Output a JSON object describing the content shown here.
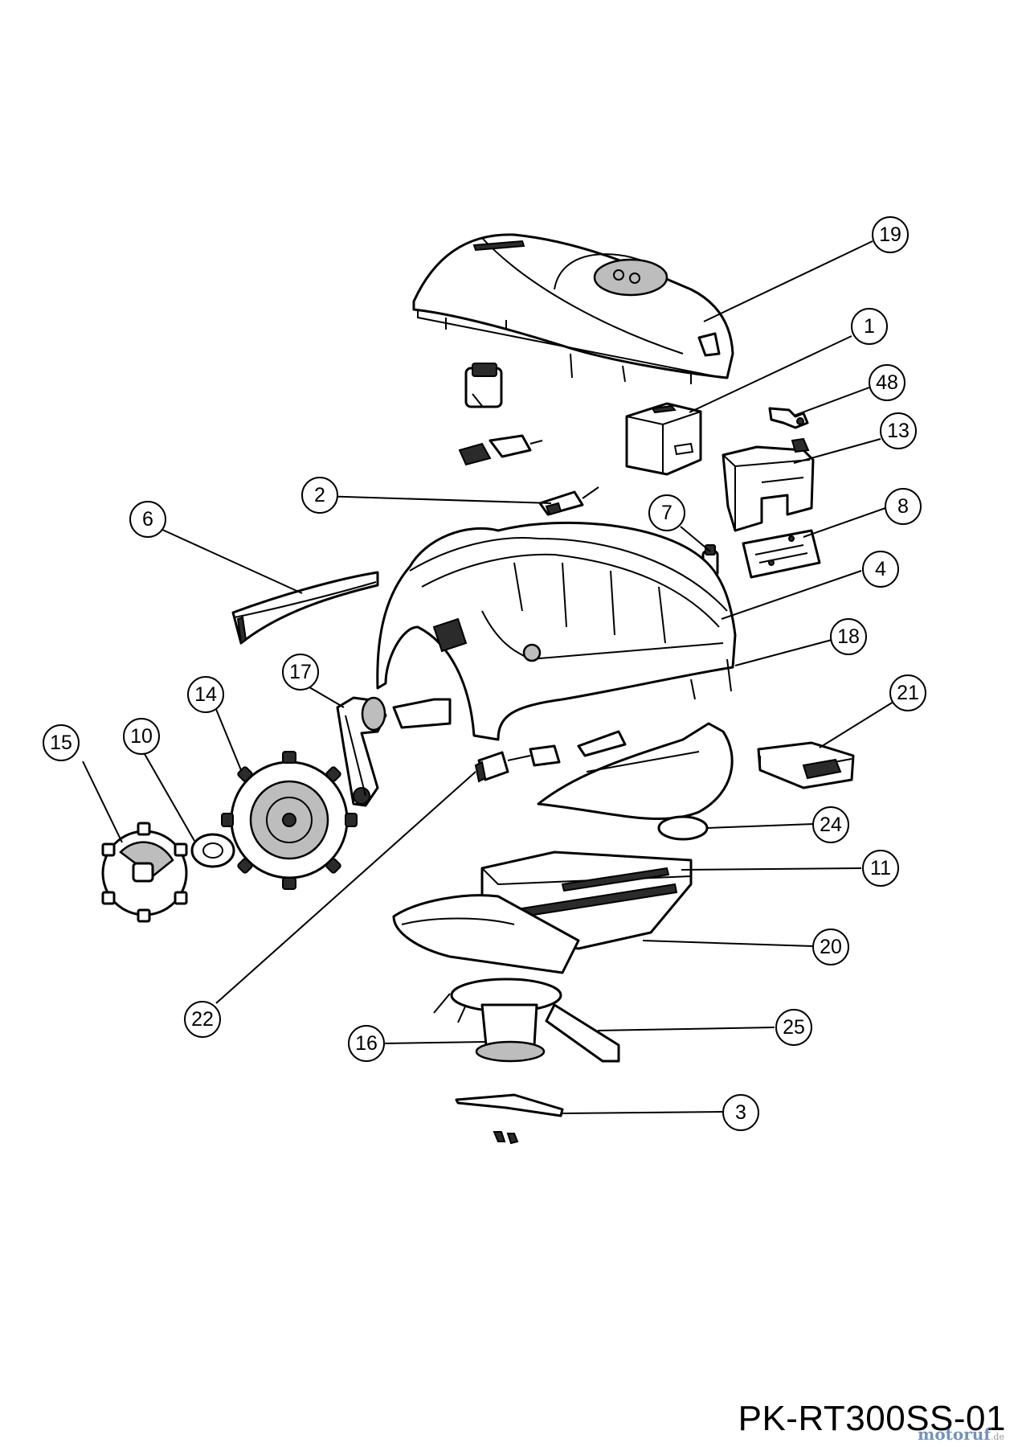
{
  "drawing_code": "PK-RT300SS-01",
  "watermark": {
    "brand": "motoruf",
    "suffix": ".de"
  },
  "callouts": [
    "19",
    "1",
    "48",
    "13",
    "2",
    "7",
    "8",
    "6",
    "4",
    "18",
    "17",
    "14",
    "10",
    "15",
    "21",
    "24",
    "11",
    "22",
    "20",
    "25",
    "16",
    "3"
  ]
}
